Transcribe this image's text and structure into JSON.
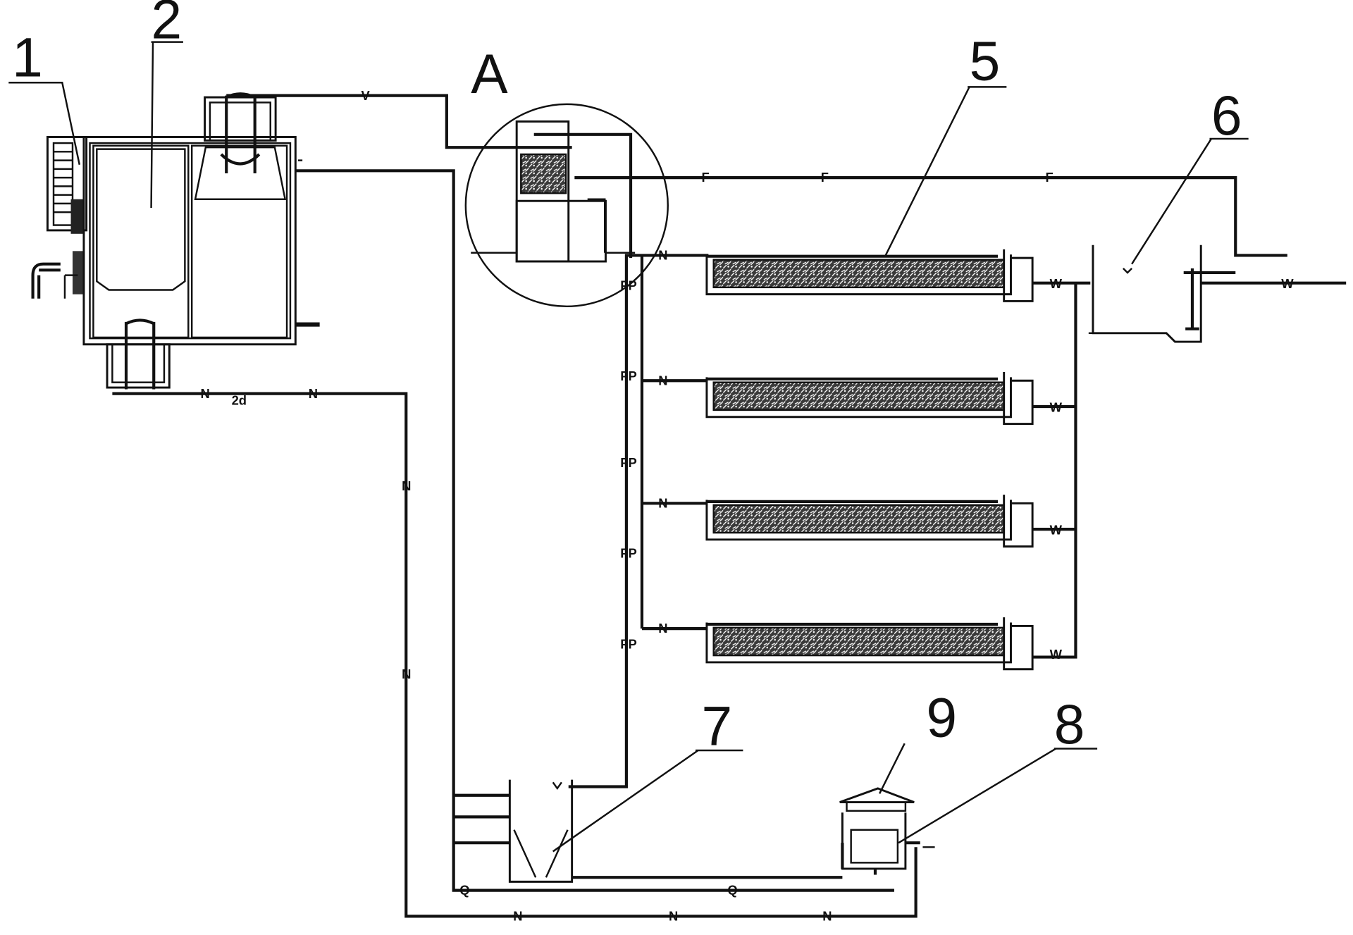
{
  "labels": {
    "item_1": "1",
    "item_2": "2",
    "detail_a": "A",
    "item_5": "5",
    "item_6": "6",
    "item_7": "7",
    "item_8": "8",
    "item_9": "9"
  },
  "pipe_labels": {
    "n": "N",
    "v": "V",
    "w": "W",
    "f": "F",
    "q": "Q",
    "fp": "FP",
    "note_2d": "2d"
  },
  "bed_count": 4,
  "colors": {
    "line": "#111111",
    "background": "#ffffff",
    "media_fill": "#222222"
  }
}
